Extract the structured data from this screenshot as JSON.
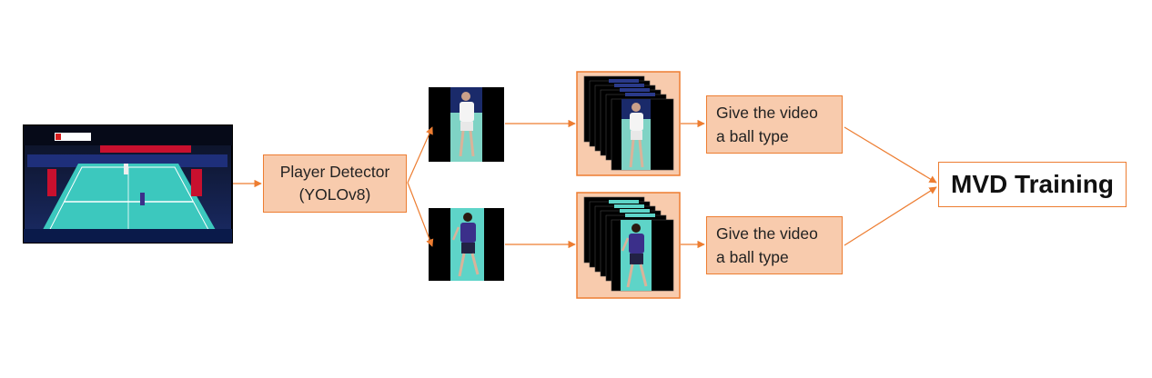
{
  "diagram": {
    "detector_label": "Player Detector\n(YOLOv8)",
    "ball_type_label_top": "Give the video\na ball type",
    "ball_type_label_bottom": "Give the video\na ball type",
    "training_label": "MVD Training",
    "colors": {
      "arrow": "#ed7d31",
      "box_fill": "#f8cbad",
      "box_border": "#ed7d31",
      "court": "#5fd3c4",
      "court_bg": "#0a1a4a",
      "jersey": "#3b2f8a"
    }
  }
}
